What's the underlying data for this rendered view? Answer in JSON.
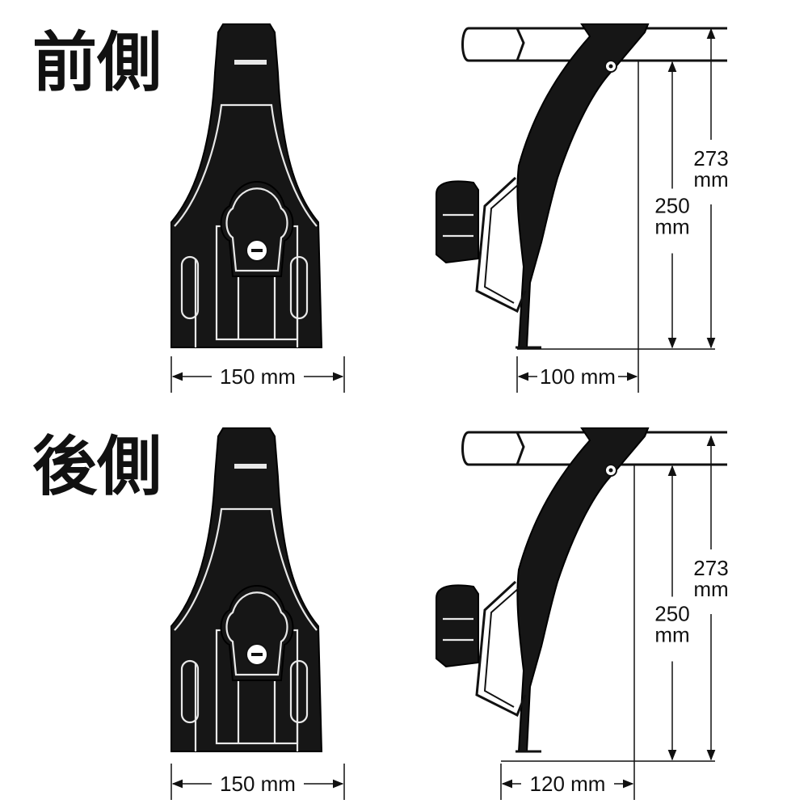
{
  "sections": [
    {
      "title": "前側",
      "front_width": "150 mm",
      "side_depth": "100 mm",
      "height_total": [
        "273",
        "mm"
      ],
      "height_bar": [
        "250",
        "mm"
      ]
    },
    {
      "title": "後側",
      "front_width": "150 mm",
      "side_depth": "120 mm",
      "height_total": [
        "273",
        "mm"
      ],
      "height_bar": [
        "250",
        "mm"
      ]
    }
  ]
}
